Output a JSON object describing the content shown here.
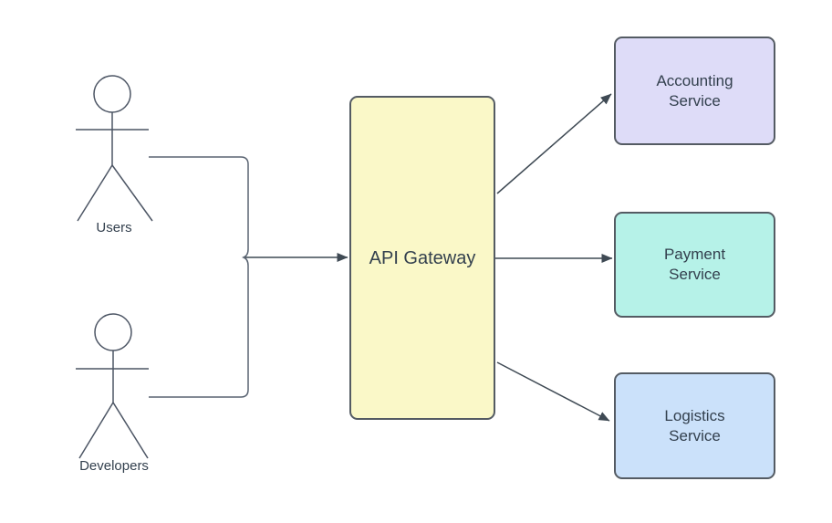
{
  "canvas": {
    "background": "#ffffff",
    "line_color": "#3f4a54",
    "actor_line_color": "#4c5564",
    "border_color": "#545b63",
    "text_color": "#33404e"
  },
  "actors": [
    {
      "id": "users",
      "label": "Users"
    },
    {
      "id": "developers",
      "label": "Developers"
    }
  ],
  "gateway": {
    "label": "API Gateway",
    "fill": "#faf8c8"
  },
  "services": [
    {
      "id": "accounting",
      "label": "Accounting Service",
      "fill": "#dedcf8"
    },
    {
      "id": "payment",
      "label": "Payment Service",
      "fill": "#b6f2e8"
    },
    {
      "id": "logistics",
      "label": "Logistics Service",
      "fill": "#cbe1fa"
    }
  ],
  "edges": [
    {
      "from": "users-and-developers",
      "to": "api-gateway"
    },
    {
      "from": "api-gateway",
      "to": "accounting-service"
    },
    {
      "from": "api-gateway",
      "to": "payment-service"
    },
    {
      "from": "api-gateway",
      "to": "logistics-service"
    }
  ]
}
